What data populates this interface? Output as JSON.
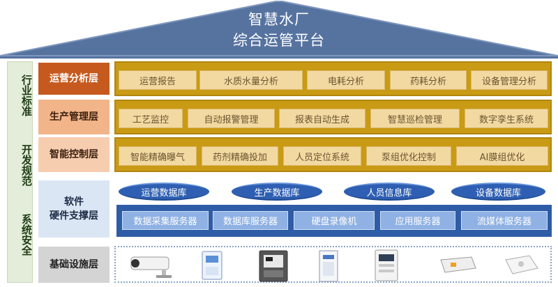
{
  "title": {
    "line1": "智慧水厂",
    "line2": "综合运管平台"
  },
  "side_column": [
    "行业标准",
    "开发规范",
    "系统安全"
  ],
  "layers": {
    "analysis": {
      "label": "运营分析层",
      "items": [
        "运营报告",
        "水质水量分析",
        "电耗分析",
        "药耗分析",
        "设备管理分析"
      ]
    },
    "production": {
      "label": "生产管理层",
      "items": [
        "工艺监控",
        "自动报警管理",
        "报表自动生成",
        "智慧巡检管理",
        "数字孪生系统"
      ]
    },
    "control": {
      "label": "智能控制层",
      "items": [
        "智能精确曝气",
        "药剂精确投加",
        "人员定位系统",
        "泵组优化控制",
        "AI膜组优化"
      ]
    },
    "support": {
      "label_line1": "软件",
      "label_line2": "硬件支撑层",
      "databases": [
        "运营数据库",
        "生产数据库",
        "人员信息库",
        "设备数据库"
      ],
      "servers": [
        "数据采集服务器",
        "数据库服务器",
        "硬盘录像机",
        "应用服务器",
        "流媒体服务器"
      ]
    },
    "infrastructure": {
      "label": "基础设施层",
      "devices": [
        "camera-icon",
        "water-analyzer-icon",
        "control-panel-icon",
        "cabinet-icon",
        "meter-icon",
        "router-icon",
        "sensor-icon"
      ]
    }
  },
  "colors": {
    "roof": "#5673a0",
    "analysis_label_bg": "#c65a1e",
    "production_label_bg": "#f2b58a",
    "control_label_bg": "#f7cdb0",
    "support_label_bg": "#dbe6f4",
    "infra_label_bg": "#d4d4d4",
    "gold_band": "#c99a14",
    "db_blue": "#2e5fb2",
    "server_band": "#2f5ca6"
  }
}
